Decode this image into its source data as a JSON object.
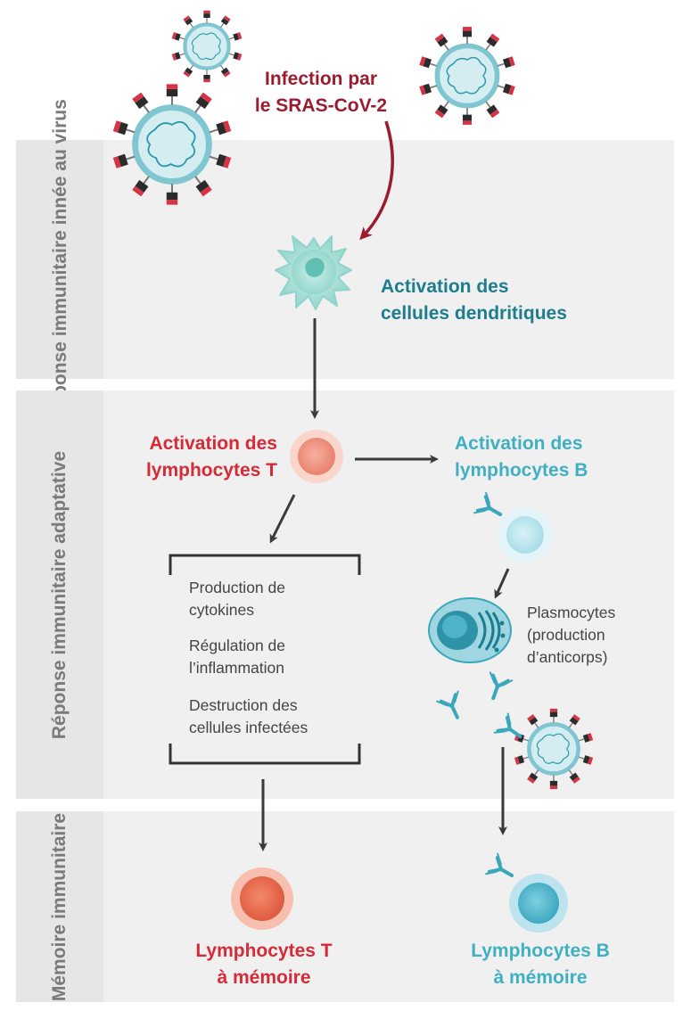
{
  "sections": {
    "innate": "Réponse immunitaire\ninnée au virus",
    "adaptive": "Réponse immunitaire adaptative",
    "memory": "Mémoire\nimmunitaire"
  },
  "labels": {
    "infection": "Infection par\nle SRAS-CoV-2",
    "dendritic": "Activation des\ncellules dendritiques",
    "t_activation": "Activation des\nlymphocytes T",
    "b_activation": "Activation des\nlymphocytes B",
    "t_memory": "Lymphocytes T\nà mémoire",
    "b_memory": "Lymphocytes B\nà mémoire",
    "plasmocytes": "Plasmocytes\n(production\nd’anticorps)"
  },
  "t_functions": [
    "Production de\ncytokines",
    "Régulation de\nl’inflammation",
    "Destruction des\ncellules infectées"
  ],
  "colors": {
    "infection": "#9b1c2e",
    "dendritic": "#1b7d8e",
    "t_cell": "#d62a36",
    "b_cell": "#3fb0c2",
    "arrow": "#3a3a3a",
    "band": "#f0f0f0",
    "band_tab": "#e6e6e6"
  }
}
